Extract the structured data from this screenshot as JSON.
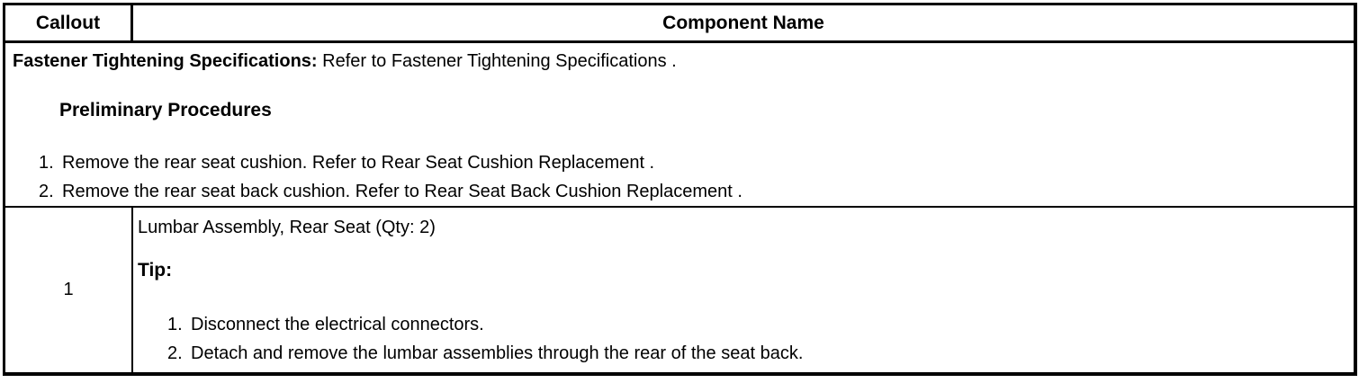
{
  "header": {
    "callout": "Callout",
    "component_name": "Component Name"
  },
  "preliminary_section": {
    "spec_label": "Fastener Tightening Specifications:",
    "spec_text": " Refer to Fastener Tightening Specifications .",
    "heading": "Preliminary Procedures",
    "steps": [
      {
        "num": "1.",
        "text": "Remove the rear seat cushion. Refer to Rear Seat Cushion Replacement ."
      },
      {
        "num": "2.",
        "text": "Remove the rear seat back cushion. Refer to Rear Seat Back Cushion Replacement ."
      }
    ]
  },
  "component_rows": [
    {
      "callout": "1",
      "name": "Lumbar Assembly, Rear Seat (Qty: 2)",
      "tip_label": "Tip:",
      "tip_steps": [
        {
          "num": "1.",
          "text": "Disconnect the electrical connectors."
        },
        {
          "num": "2.",
          "text": "Detach and remove the lumbar assemblies through the rear of the seat back."
        }
      ]
    }
  ],
  "colors": {
    "border": "#000000",
    "background": "#ffffff",
    "text": "#000000"
  }
}
